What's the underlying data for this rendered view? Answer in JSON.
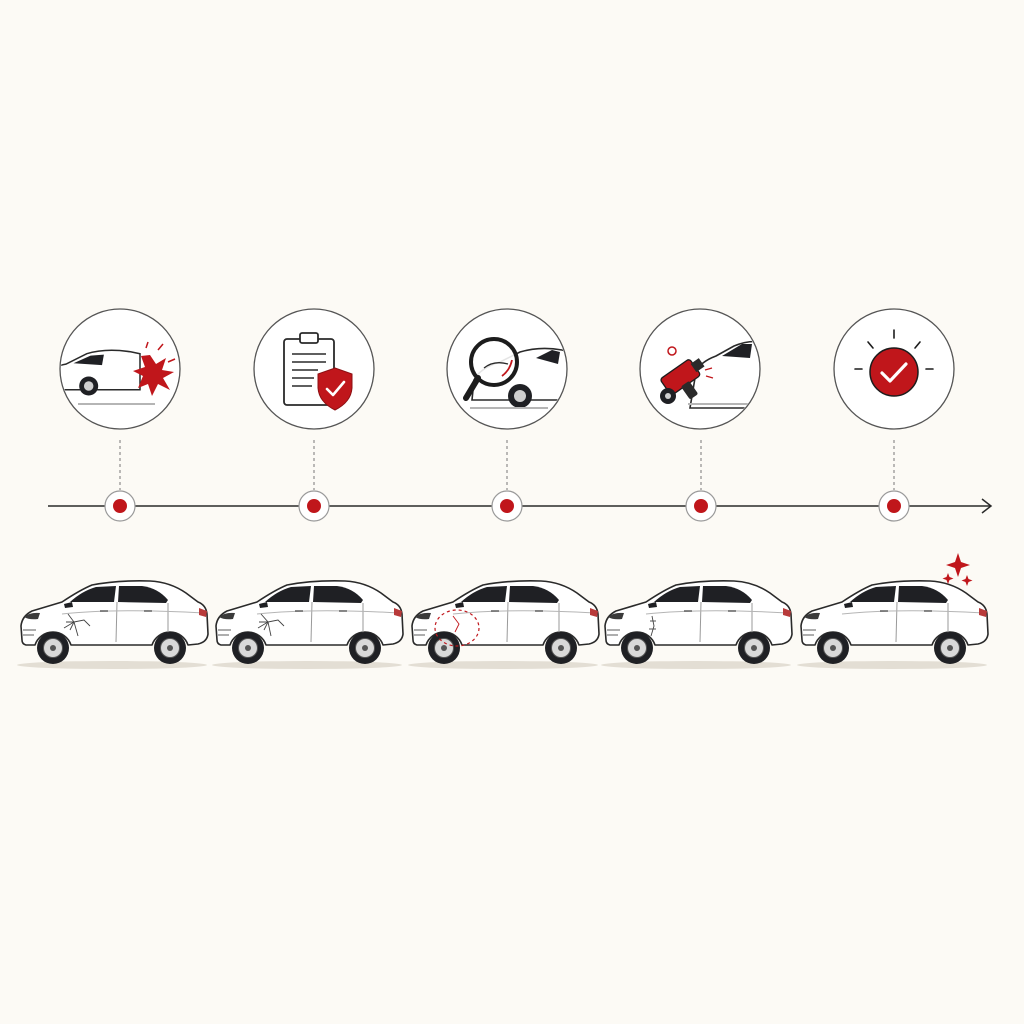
{
  "colors": {
    "background": "#fcfaf5",
    "accent": "#c0161b",
    "ink": "#1c1c1c",
    "line": "#888888",
    "car_body": "#ffffff",
    "window": "#1f2024",
    "shadow": "#e3ded4"
  },
  "stages": [
    {
      "icon": "car-collision-icon",
      "car_state": "damaged"
    },
    {
      "icon": "insurance-claim-icon",
      "car_state": "damaged"
    },
    {
      "icon": "inspection-icon",
      "car_state": "assessed"
    },
    {
      "icon": "repair-icon",
      "car_state": "repaired"
    },
    {
      "icon": "completed-check-icon",
      "car_state": "restored"
    }
  ]
}
